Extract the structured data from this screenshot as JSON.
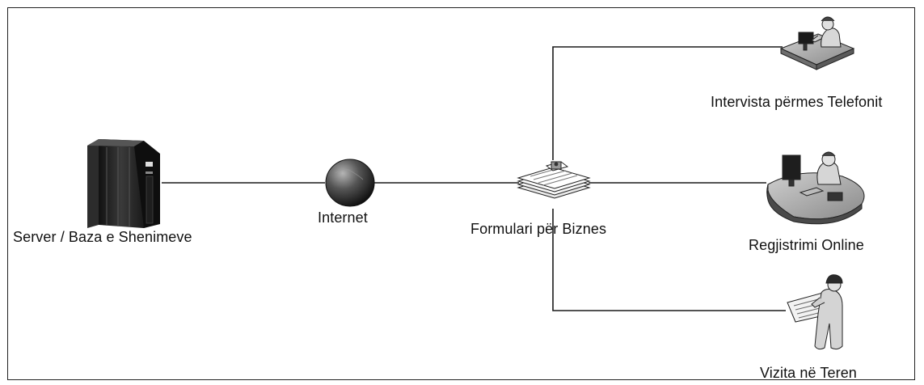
{
  "nodes": {
    "server": {
      "label": "Server / Baza e Shenimeve",
      "icon": "server-rack-icon"
    },
    "internet": {
      "label": "Internet",
      "icon": "globe-icon"
    },
    "form": {
      "label": "Formulari për Biznes",
      "icon": "form-documents-icon"
    },
    "phone": {
      "label": "Intervista përmes Telefonit",
      "icon": "phone-operator-icon"
    },
    "online": {
      "label": "Regjistrimi Online",
      "icon": "computer-user-icon"
    },
    "field": {
      "label": "Vizita në Teren",
      "icon": "field-worker-icon"
    }
  },
  "colors": {
    "line": "#1a1a1a",
    "frame": "#222222",
    "background": "#ffffff"
  }
}
